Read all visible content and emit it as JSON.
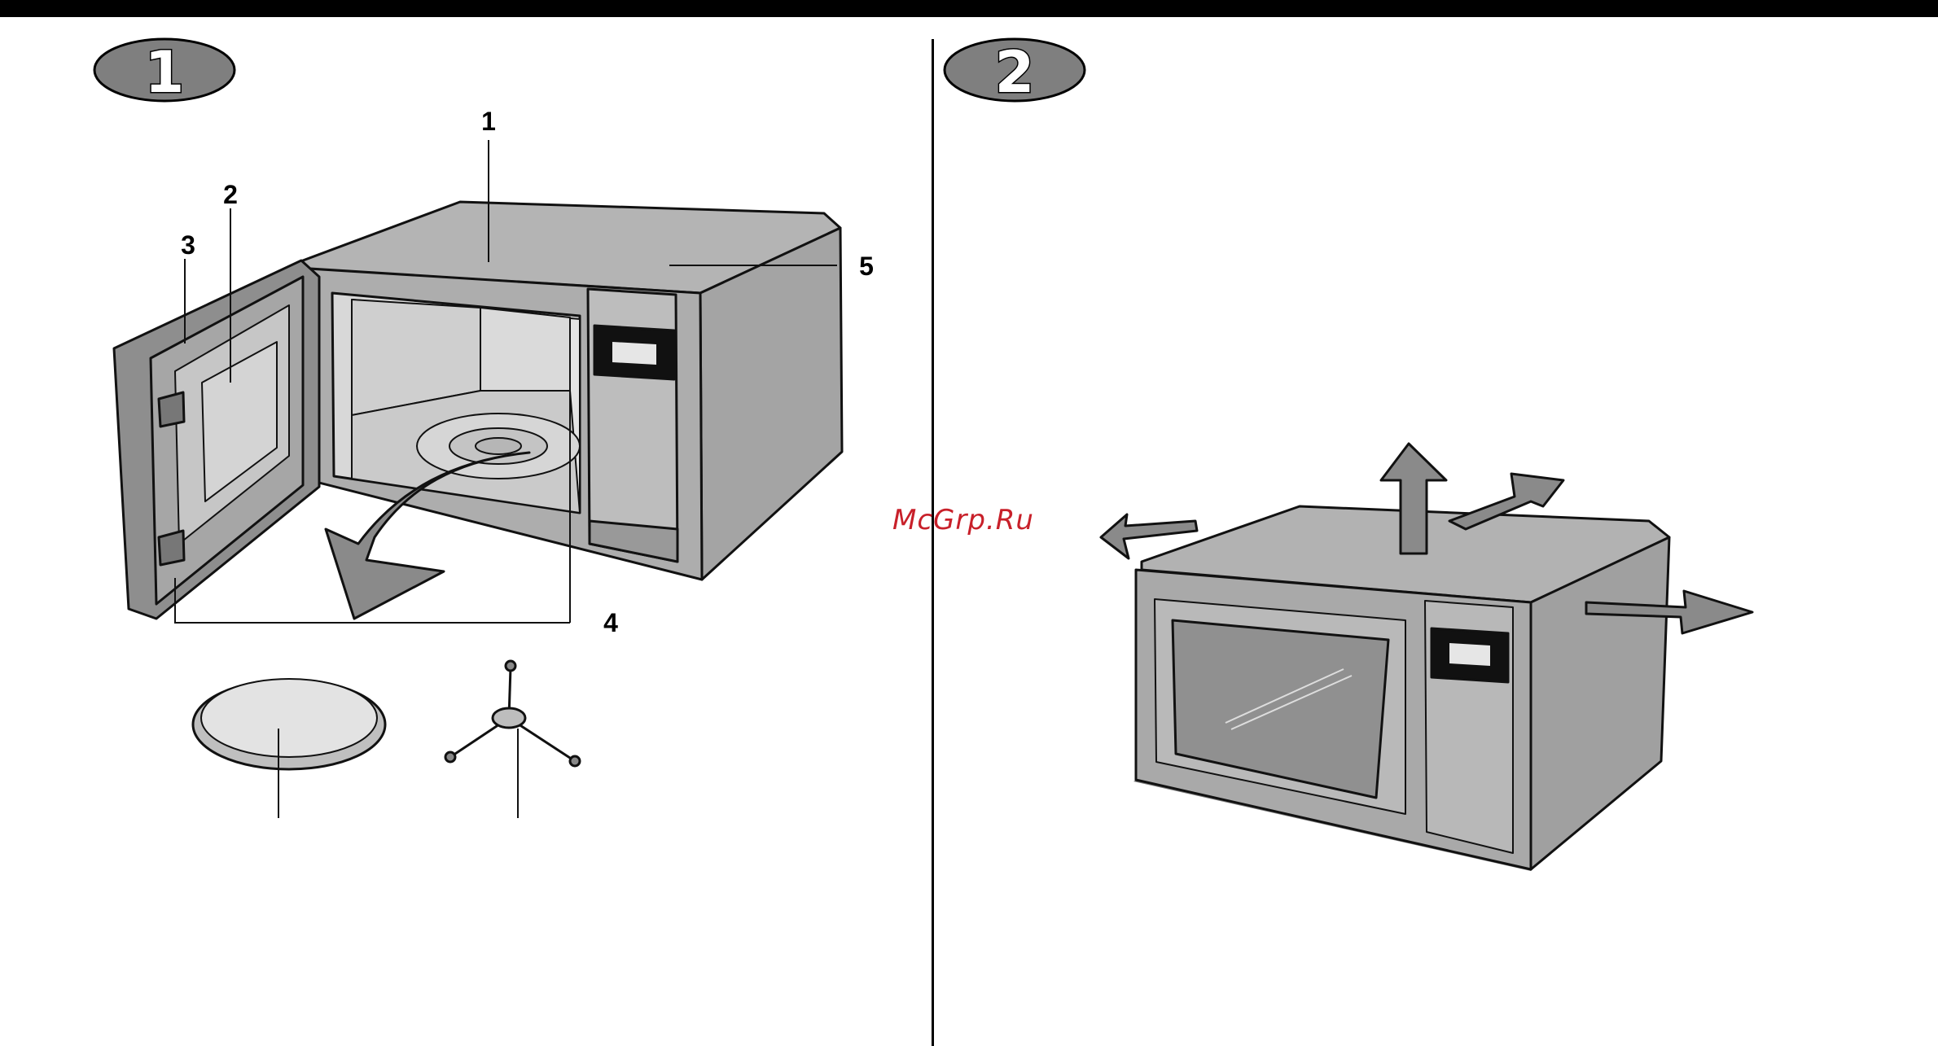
{
  "step_badges": [
    "1",
    "2"
  ],
  "callouts": [
    "1",
    "2",
    "3",
    "4",
    "5"
  ],
  "watermark": "McGrp.Ru",
  "colors": {
    "body_grey": "#a9a9a9",
    "light_grey": "#d0d0d0",
    "dark_grey": "#6e6e6e",
    "badge_grey": "#7f7f7f",
    "outline": "#111111",
    "watermark_red": "#c8202a"
  }
}
